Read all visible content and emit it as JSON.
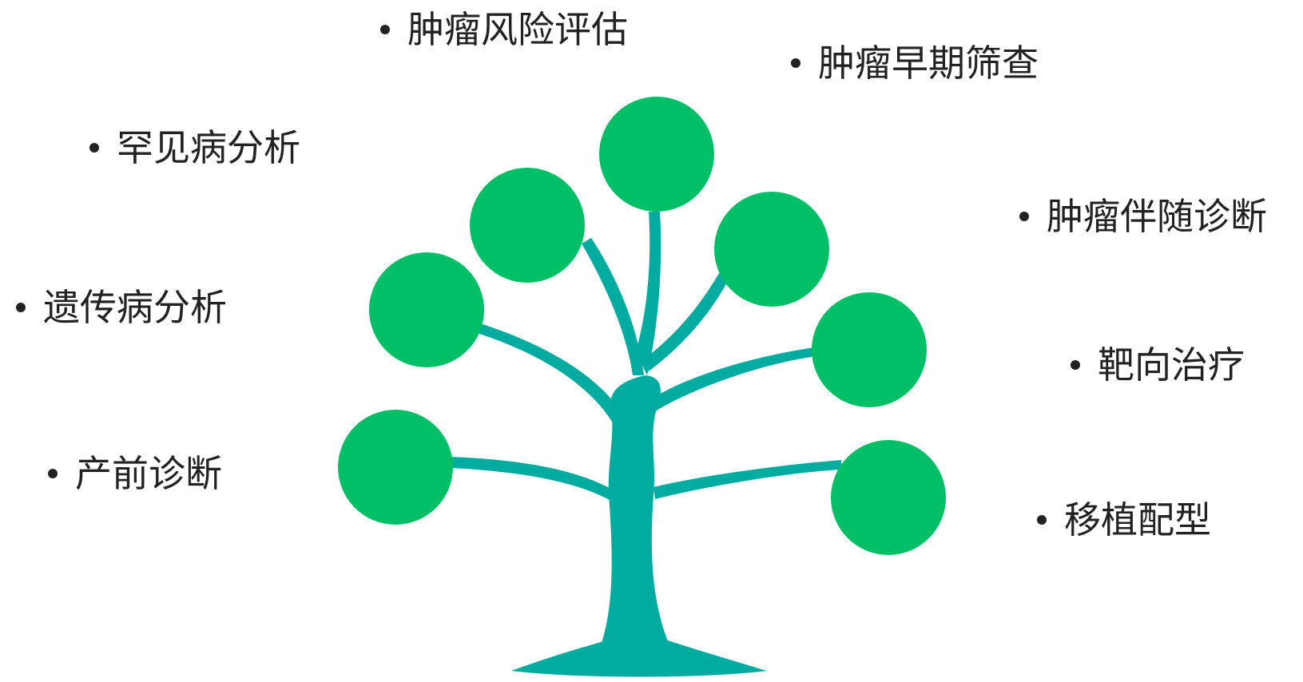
{
  "colors": {
    "trunk": "#00ABA0",
    "leaf": "#00BF66",
    "text": "#222222"
  },
  "labels": [
    "肿瘤风险评估",
    "肿瘤早期筛查",
    "罕见病分析",
    "肿瘤伴随诊断",
    "遗传病分析",
    "靶向治疗",
    "产前诊断",
    "移植配型"
  ]
}
